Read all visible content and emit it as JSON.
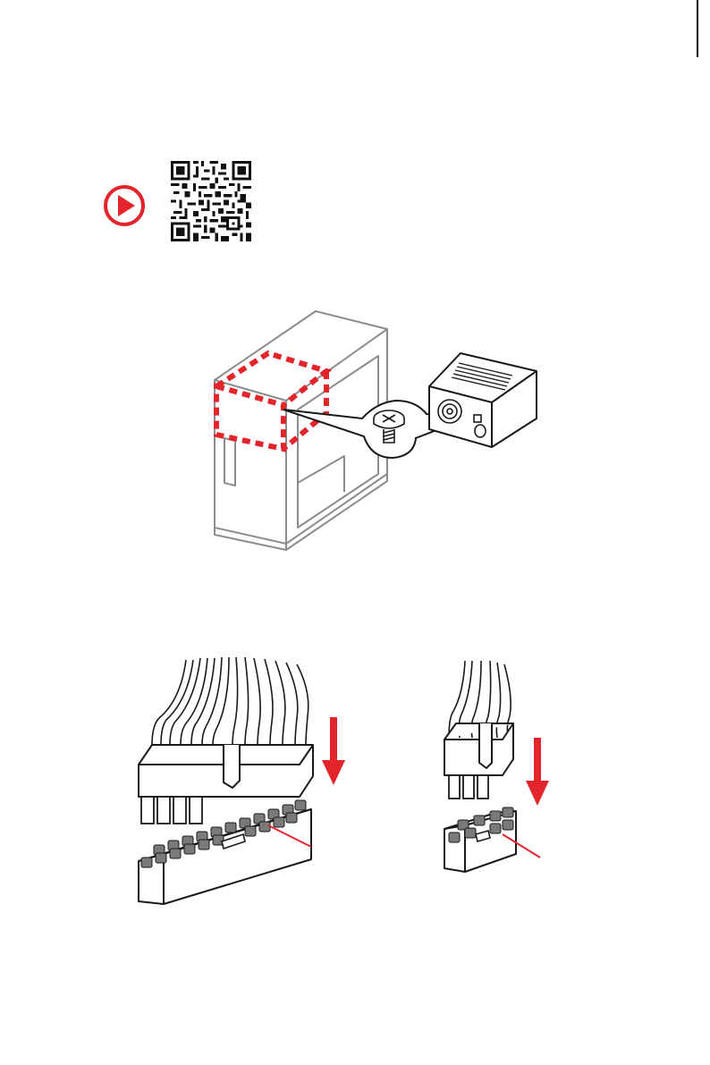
{
  "colors": {
    "accent_red": "#e3242b",
    "line_gray": "#8c8c8c",
    "pin_gray": "#7a7a7a",
    "ink": "#1a1a1a"
  },
  "icons": {
    "video": "play-icon",
    "qr": "qr-code-icon"
  },
  "illustrations": [
    "pc-case-psu-installation-illustration",
    "atx-24pin-power-connector-illustration",
    "cpu-8pin-power-connector-illustration"
  ]
}
